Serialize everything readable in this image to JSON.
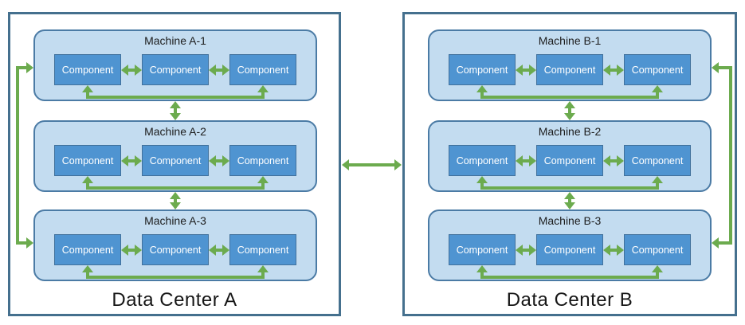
{
  "colors": {
    "green": "#6cab4e",
    "component_fill": "#4f94d1",
    "component_border": "#41719c",
    "machine_fill": "#c3dcf0",
    "machine_border": "#4b7ba5",
    "dc_border": "#45708e",
    "component_text": "#ffffff",
    "text_dark": "#1c1c1c"
  },
  "datacenters": [
    {
      "label": "Data Center A",
      "machines": [
        {
          "label": "Machine A-1",
          "components": [
            "Component",
            "Component",
            "Component"
          ]
        },
        {
          "label": "Machine A-2",
          "components": [
            "Component",
            "Component",
            "Component"
          ]
        },
        {
          "label": "Machine A-3",
          "components": [
            "Component",
            "Component",
            "Component"
          ]
        }
      ]
    },
    {
      "label": "Data Center B",
      "machines": [
        {
          "label": "Machine B-1",
          "components": [
            "Component",
            "Component",
            "Component"
          ]
        },
        {
          "label": "Machine B-2",
          "components": [
            "Component",
            "Component",
            "Component"
          ]
        },
        {
          "label": "Machine B-3",
          "components": [
            "Component",
            "Component",
            "Component"
          ]
        }
      ]
    }
  ]
}
